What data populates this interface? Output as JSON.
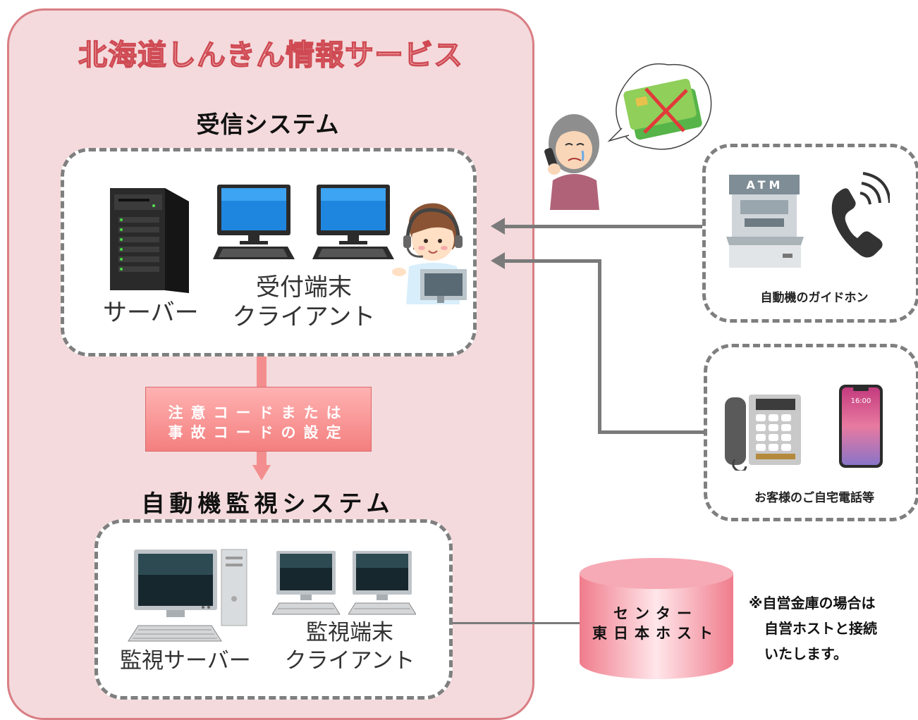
{
  "organization": "北海道しんきん情報サービス",
  "reception_system": {
    "title": "受信システム",
    "server_label": "サーバー",
    "client_label_1": "受付端末",
    "client_label_2": "クライアント"
  },
  "code_setting": {
    "line1": "注意コードまたは",
    "line2": "事故コードの設定"
  },
  "monitoring_system": {
    "title": "自動機監視システム",
    "server_label": "監視サーバー",
    "client_label_1": "監視端末",
    "client_label_2": "クライアント"
  },
  "atm_source": {
    "atm_sign": "ATM",
    "label": "自動機のガイドホン"
  },
  "home_source": {
    "phone_time": "16:00",
    "label": "お客様のご自宅電話等"
  },
  "host": {
    "line1": "センター",
    "line2": "東日本ホスト"
  },
  "note": {
    "line1": "※自営金庫の場合は",
    "line2": "自営ホストと接続",
    "line3": "いたします。"
  },
  "colors": {
    "panel": "#f4dadc",
    "panel_border": "#d97e84",
    "title_stroke": "#cf4a53",
    "code_box": "#f47f7f",
    "connector": "#7a7a7a"
  }
}
